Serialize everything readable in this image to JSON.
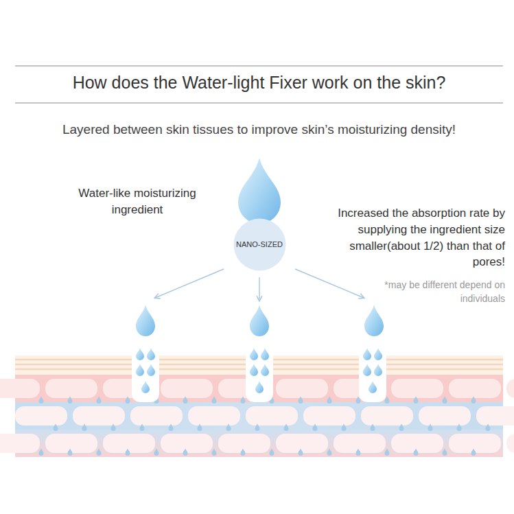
{
  "diagram": {
    "title": "How does the Water-light Fixer work on the skin?",
    "nodes": [
      {
        "text": [
          "NANO-SIZED"
        ]
      }
    ],
    "labels": [
      "Layered between skin tissues to improve skin’s moisturizing density!",
      "Water-like moisturizing ingredient",
      "Increased the absorption rate by supplying the ingredient size smaller(about 1/2) than that of pores!",
      "*may be different depend on individuals"
    ]
  }
}
